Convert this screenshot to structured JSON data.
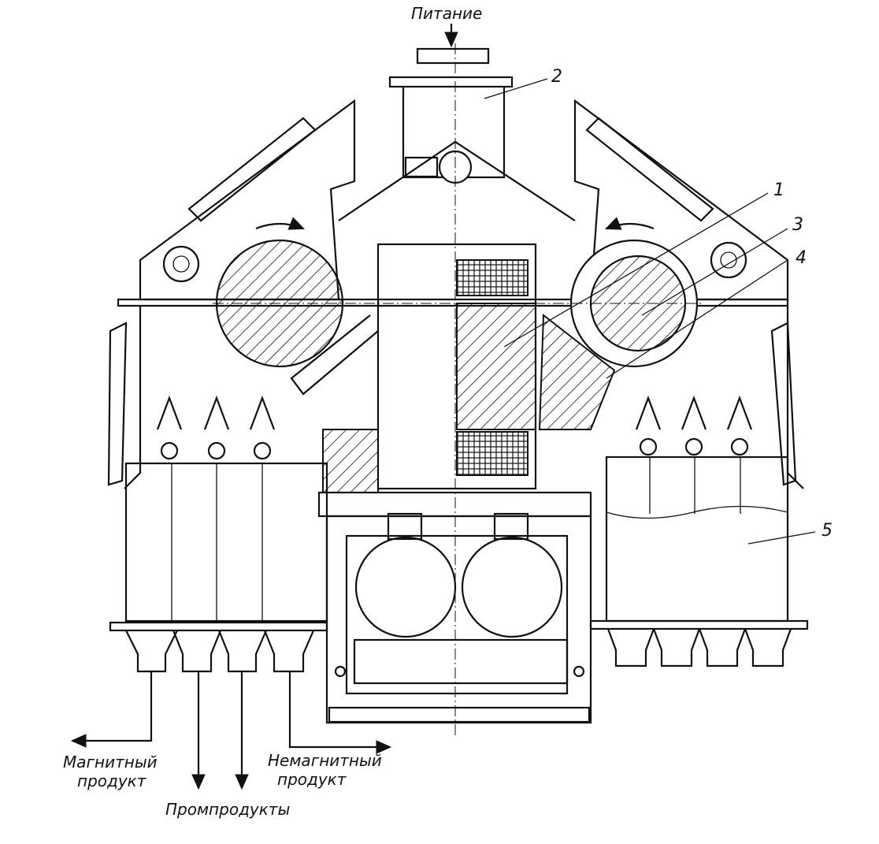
{
  "labels": {
    "feed": "Питание",
    "magnetic_line1": "Магнитный",
    "magnetic_line2": "продукт",
    "middlings": "Промпродукты",
    "nonmagnetic_line1": "Немагнитный",
    "nonmagnetic_line2": "продукт"
  },
  "callouts": [
    "1",
    "2",
    "3",
    "4",
    "5"
  ],
  "colors": {
    "ink": "#111111",
    "paper": "#ffffff"
  }
}
